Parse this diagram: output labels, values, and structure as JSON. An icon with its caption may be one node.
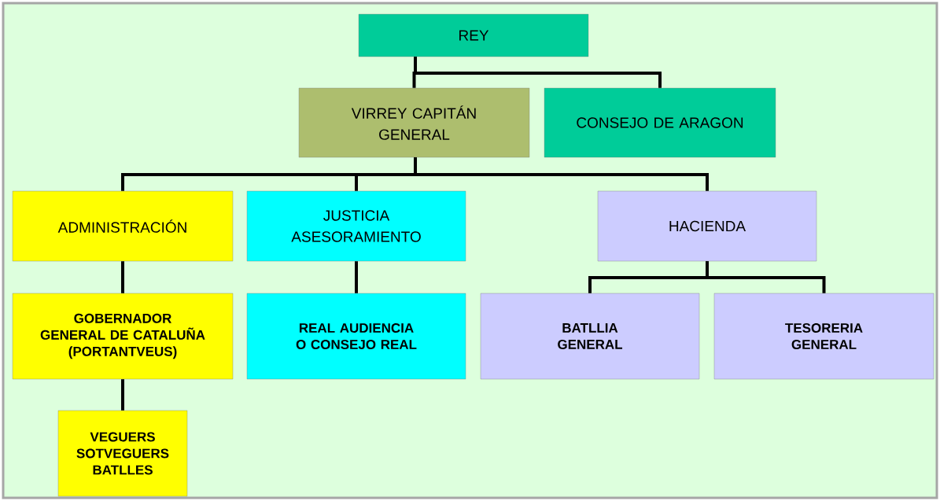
{
  "diagram": {
    "nodes": [
      {
        "text": [
          "REY"
        ]
      },
      {
        "text": [
          "VIRREY CAPITÁN GENERAL"
        ]
      },
      {
        "text": [
          "CONSEJO DE ARAGON"
        ]
      },
      {
        "text": [
          "ADMINISTRACIÓN"
        ]
      },
      {
        "text": [
          "JUSTICIA ASESORAMIENTO"
        ]
      },
      {
        "text": [
          "HACIENDA"
        ]
      },
      {
        "text": [
          "GOBERNADOR GENERAL DE CATALUÑA (PORTANTVEUS)"
        ]
      },
      {
        "text": [
          "REAL AUDIENCIA O CONSEJO REAL"
        ]
      },
      {
        "text": [
          "BATLLIA GENERAL"
        ]
      },
      {
        "text": [
          "TESORERIA GENERAL"
        ]
      },
      {
        "text": [
          "VEGUERS SOTVEGUERS BATLLES"
        ]
      }
    ],
    "edges": [
      {
        "from": 0,
        "to": 1,
        "arrow": "none"
      },
      {
        "from": 0,
        "to": 2,
        "arrow": "none"
      },
      {
        "from": 1,
        "to": 3,
        "arrow": "none"
      },
      {
        "from": 1,
        "to": 4,
        "arrow": "none"
      },
      {
        "from": 1,
        "to": 5,
        "arrow": "none"
      },
      {
        "from": 3,
        "to": 6,
        "arrow": "none"
      },
      {
        "from": 4,
        "to": 7,
        "arrow": "none"
      },
      {
        "from": 5,
        "to": 8,
        "arrow": "none"
      },
      {
        "from": 5,
        "to": 9,
        "arrow": "none"
      },
      {
        "from": 6,
        "to": 10,
        "arrow": "none"
      }
    ]
  }
}
